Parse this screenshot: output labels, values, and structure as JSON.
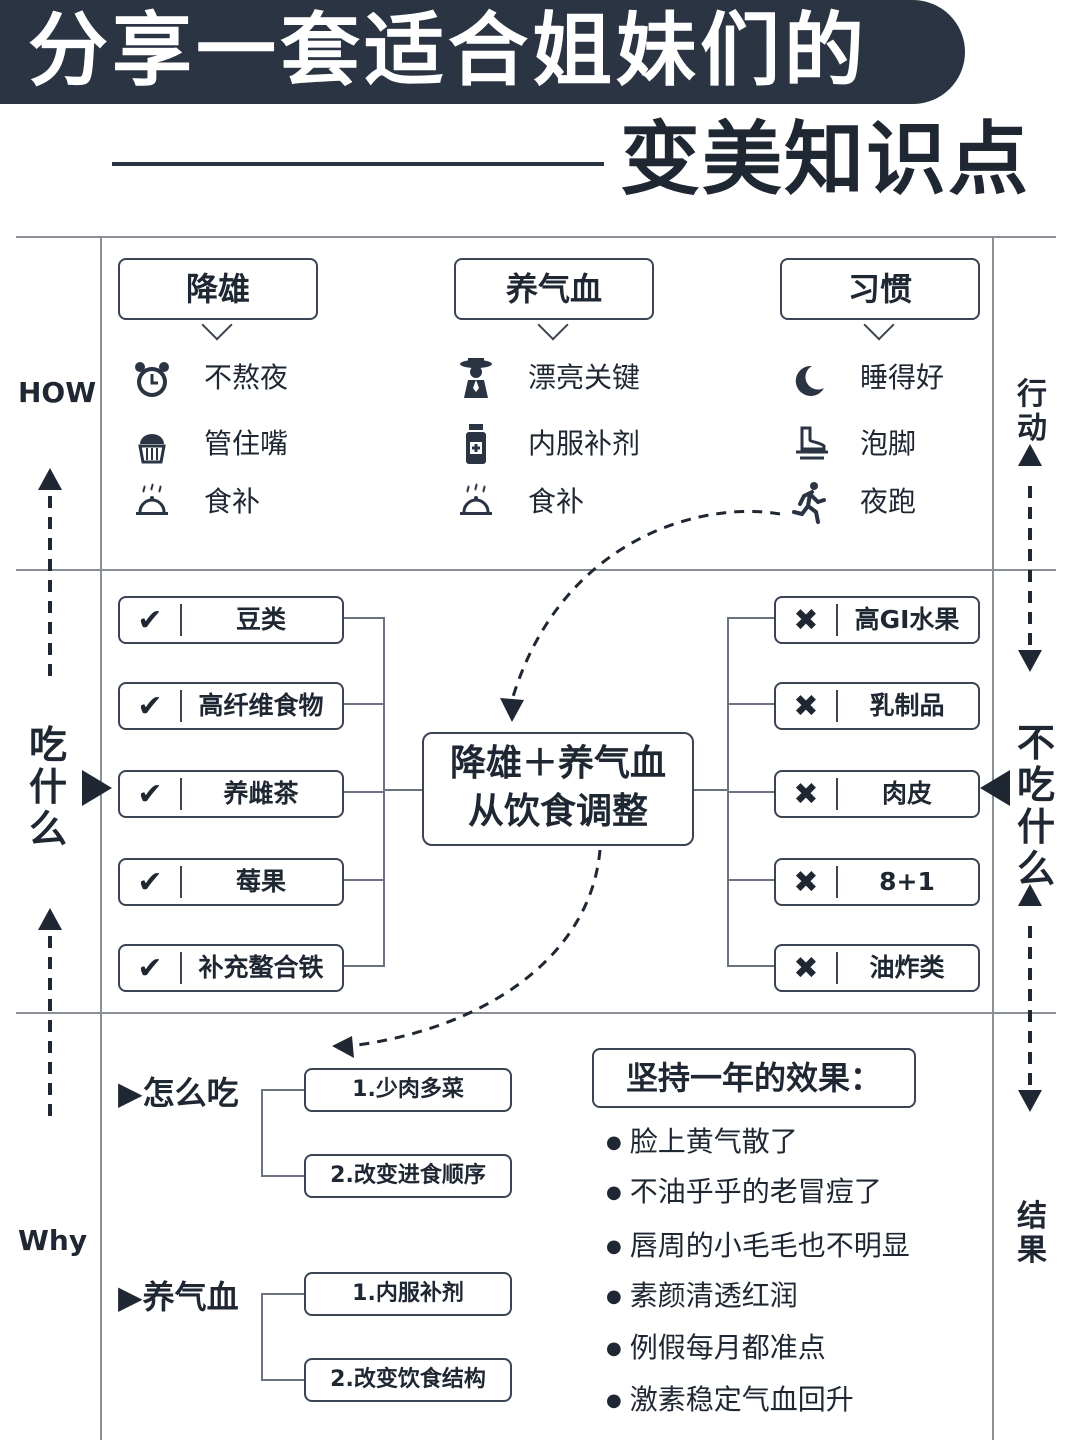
{
  "title": {
    "line1": "分享一套适合姐妹们的",
    "line2": "变美知识点"
  },
  "left_labels": {
    "how": "HOW",
    "eat": "吃什么",
    "why": "Why"
  },
  "right_labels": {
    "action": "行动",
    "not_eat": "不吃什么",
    "result": "结果"
  },
  "columns": [
    {
      "heading": "降雄",
      "items": [
        {
          "icon": "alarm-clock-icon",
          "text": "不熬夜"
        },
        {
          "icon": "cupcake-icon",
          "text": "管住嘴"
        },
        {
          "icon": "food-dome-icon",
          "text": "食补"
        }
      ]
    },
    {
      "heading": "养气血",
      "items": [
        {
          "icon": "person-hat-icon",
          "text": "漂亮关键"
        },
        {
          "icon": "medicine-bottle-icon",
          "text": "内服补剂"
        },
        {
          "icon": "food-dome-icon",
          "text": "食补"
        }
      ]
    },
    {
      "heading": "习惯",
      "items": [
        {
          "icon": "moon-sleep-icon",
          "text": "睡得好"
        },
        {
          "icon": "foot-bath-icon",
          "text": "泡脚"
        },
        {
          "icon": "runner-icon",
          "text": "夜跑"
        }
      ]
    }
  ],
  "eat": [
    "豆类",
    "高纤维食物",
    "养雌茶",
    "莓果",
    "补充螯合铁"
  ],
  "not_eat": [
    "高GI水果",
    "乳制品",
    "肉皮",
    "8+1",
    "油炸类"
  ],
  "center": {
    "line1": "降雄＋养气血",
    "line2": "从饮食调整"
  },
  "how_to_eat": {
    "heading": "怎么吃",
    "items": [
      "1.少肉多菜",
      "2.改变进食顺序"
    ]
  },
  "nourish": {
    "heading": "养气血",
    "items": [
      "1.内服补剂",
      "2.改变饮食结构"
    ]
  },
  "effects": {
    "heading": "坚持一年的效果：",
    "items": [
      "脸上黄气散了",
      "不油乎乎的老冒痘了",
      "唇周的小毛毛也不明显",
      "素颜清透红润",
      "例假每月都准点",
      "激素稳定气血回升"
    ]
  },
  "colors": {
    "dark": "#2a3442",
    "text": "#1f2733",
    "line": "#8a8f96"
  }
}
